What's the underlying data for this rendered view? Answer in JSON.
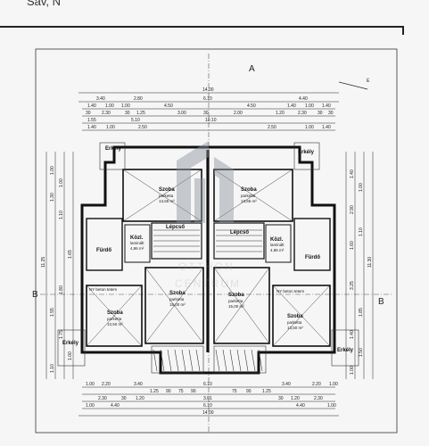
{
  "header": {
    "corner_label": "Sáv, N"
  },
  "axes": {
    "section_a": "A",
    "section_b_left": "B",
    "section_b_right": "B"
  },
  "north_label": "É",
  "dimensions": {
    "top_overall": "14.00",
    "top_row1": [
      "3.40",
      "2.80",
      "6.10",
      "4.40"
    ],
    "top_row2": [
      "1.40",
      "1.00",
      "1.00",
      "4.50",
      "4.50",
      "1.40",
      "1.00",
      "1.40"
    ],
    "top_row3": [
      "30",
      "2.30",
      "30",
      "1.25",
      "3.00",
      "30",
      "2.00",
      "1.20",
      "2.30",
      "30",
      "30"
    ],
    "top_row4": [
      "1.55",
      "5.10",
      "10.10"
    ],
    "top_row5": [
      "1.40",
      "1.00",
      "2.50",
      "2.50",
      "1.00",
      "1.40"
    ],
    "left_side": [
      "1.00",
      "1.30",
      "1.00",
      "1.10",
      "11.25",
      "1.65",
      "1.80",
      "1.55",
      "1.75",
      "1.00",
      "1.10"
    ],
    "right_side": [
      "1.40",
      "1.00",
      "2.90",
      "1.10",
      "1.60",
      "11.30",
      "3.25",
      "1.85",
      "1.40",
      "1.50",
      "1.00"
    ],
    "bottom_row1": [
      "1.00",
      "2.20",
      "3.40",
      "6.10",
      "3.40",
      "2.20",
      "1.00"
    ],
    "bottom_row2": [
      "1.25",
      "90",
      "75",
      "90",
      "75",
      "90",
      "1.25"
    ],
    "bottom_row3": [
      "2.30",
      "30",
      "1.20",
      "3.01",
      "30",
      "1.20",
      "2.30"
    ],
    "bottom_row4": [
      "1.00",
      "4.40",
      "6.10",
      "4.40",
      "1.00"
    ],
    "bottom_overall": "14.00"
  },
  "rooms": [
    {
      "name": "Szoba",
      "floor": "parketta",
      "area": "13,65 m²"
    },
    {
      "name": "Szoba",
      "floor": "parketta",
      "area": "13,65 m²"
    },
    {
      "name": "Erkély",
      "floor": "",
      "area": ""
    },
    {
      "name": "Erkély",
      "floor": "",
      "area": ""
    },
    {
      "name": "Fürdő",
      "floor": "",
      "area": ""
    },
    {
      "name": "Fürdő",
      "floor": "",
      "area": ""
    },
    {
      "name": "Közl.",
      "floor": "laminált",
      "area": "4,86 m²"
    },
    {
      "name": "Közl.",
      "floor": "laminált",
      "area": "4,86 m²"
    },
    {
      "name": "Lépcső",
      "floor": "",
      "area": ""
    },
    {
      "name": "Lépcső",
      "floor": "",
      "area": ""
    },
    {
      "name": "Szoba",
      "floor": "parketta",
      "area": "15,00 m²"
    },
    {
      "name": "Szoba",
      "floor": "parketta",
      "area": "15,00 m²"
    },
    {
      "name": "Szoba",
      "floor": "parketta",
      "area": "13,50 m²"
    },
    {
      "name": "Szoba",
      "floor": "parketta",
      "area": "13,50 m²"
    },
    {
      "name": "Erkély",
      "floor": "",
      "area": ""
    },
    {
      "name": "Erkély",
      "floor": "",
      "area": ""
    }
  ],
  "notes": {
    "ny_left": "NY beton tetem",
    "ny_right": "NY beton tetem"
  },
  "watermark": {
    "line1": "OTTHON",
    "line2": "CENTRUM"
  }
}
